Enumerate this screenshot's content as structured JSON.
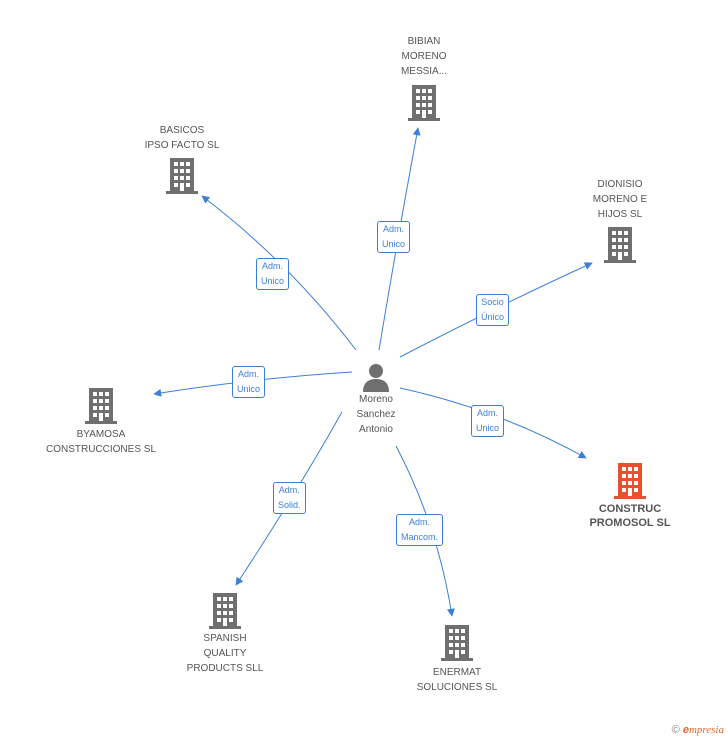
{
  "center": {
    "label_lines": [
      "Moreno",
      "Sanchez",
      "Antonio"
    ]
  },
  "companies": [
    {
      "id": "bibian",
      "lines": [
        "BIBIAN",
        "MORENO",
        "MESSIA..."
      ],
      "highlight": false
    },
    {
      "id": "basicos",
      "lines": [
        "BASICOS",
        "IPSO FACTO SL"
      ],
      "highlight": false
    },
    {
      "id": "dionisio",
      "lines": [
        "DIONISIO",
        "MORENO E",
        "HIJOS SL"
      ],
      "highlight": false
    },
    {
      "id": "byamosa",
      "lines": [
        "BYAMOSA",
        "CONSTRUCCIONES SL"
      ],
      "highlight": false
    },
    {
      "id": "construc",
      "lines": [
        "CONSTRUC",
        "PROMOSOL SL"
      ],
      "highlight": true
    },
    {
      "id": "spanish",
      "lines": [
        "SPANISH",
        "QUALITY",
        "PRODUCTS SLL"
      ],
      "highlight": false
    },
    {
      "id": "enermat",
      "lines": [
        "ENERMAT",
        "SOLUCIONES  SL"
      ],
      "highlight": false
    }
  ],
  "relations": [
    {
      "target": "bibian",
      "lines": [
        "Adm.",
        "Unico"
      ]
    },
    {
      "target": "basicos",
      "lines": [
        "Adm.",
        "Unico"
      ]
    },
    {
      "target": "dionisio",
      "lines": [
        "Socio",
        "Único"
      ]
    },
    {
      "target": "byamosa",
      "lines": [
        "Adm.",
        "Unico"
      ]
    },
    {
      "target": "construc",
      "lines": [
        "Adm.",
        "Unico"
      ]
    },
    {
      "target": "spanish",
      "lines": [
        "Adm.",
        "Solid."
      ]
    },
    {
      "target": "enermat",
      "lines": [
        "Adm.",
        "Mancom."
      ]
    }
  ],
  "colors": {
    "edge": "#3d7fd6",
    "building": "#6f6f6f",
    "building_highlight": "#e8512c",
    "person": "#6f6f6f"
  },
  "footer": {
    "copyright": "©",
    "brand": "mpresia",
    "brand_initial": "e"
  }
}
